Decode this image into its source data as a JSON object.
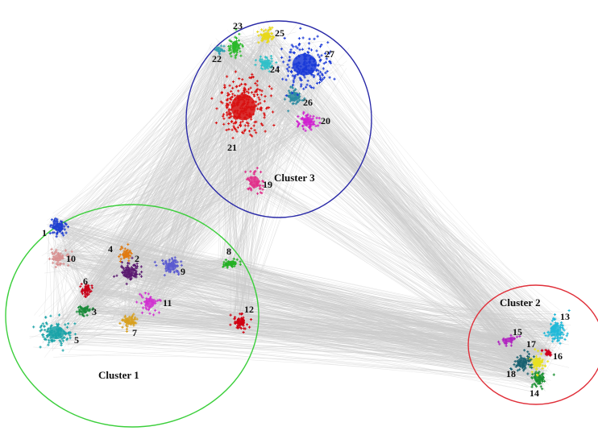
{
  "colors": {
    "edge": "#cccccc",
    "cluster_1": "#3ccf3c",
    "cluster_2": "#e0303a",
    "cluster_3": "#2a2aa8"
  },
  "clusters": [
    {
      "id": "c1",
      "label": "Cluster 1",
      "color": "#3ccf3c"
    },
    {
      "id": "c2",
      "label": "Cluster 2",
      "color": "#e0303a"
    },
    {
      "id": "c3",
      "label": "Cluster 3",
      "color": "#2a2aa8"
    }
  ],
  "communities": [
    {
      "label": "1",
      "cluster": "c1",
      "color": "#1f3fd0"
    },
    {
      "label": "2",
      "cluster": "c1",
      "color": "#5a1a70"
    },
    {
      "label": "3",
      "cluster": "c1",
      "color": "#1a8a3a"
    },
    {
      "label": "4",
      "cluster": "c1",
      "color": "#e07a10"
    },
    {
      "label": "5",
      "cluster": "c1",
      "color": "#1aa3a8"
    },
    {
      "label": "6",
      "cluster": "c1",
      "color": "#c80018"
    },
    {
      "label": "7",
      "cluster": "c1",
      "color": "#d8a020"
    },
    {
      "label": "8",
      "cluster": "c1",
      "color": "#22b022"
    },
    {
      "label": "9",
      "cluster": "c1",
      "color": "#5a5ad0"
    },
    {
      "label": "10",
      "cluster": "c1",
      "color": "#d89090"
    },
    {
      "label": "11",
      "cluster": "c1",
      "color": "#d030d0"
    },
    {
      "label": "12",
      "cluster": "c1",
      "color": "#d00010"
    },
    {
      "label": "13",
      "cluster": "c2",
      "color": "#20b8d8"
    },
    {
      "label": "14",
      "cluster": "c2",
      "color": "#189030"
    },
    {
      "label": "15",
      "cluster": "c2",
      "color": "#b020c0"
    },
    {
      "label": "16",
      "cluster": "c2",
      "color": "#d00020"
    },
    {
      "label": "17",
      "cluster": "c2",
      "color": "#e8e020"
    },
    {
      "label": "18",
      "cluster": "c2",
      "color": "#186070"
    },
    {
      "label": "19",
      "cluster": "c3",
      "color": "#e0308a"
    },
    {
      "label": "20",
      "cluster": "c3",
      "color": "#d020d0"
    },
    {
      "label": "21",
      "cluster": "c3",
      "color": "#d81010"
    },
    {
      "label": "22",
      "cluster": "c3",
      "color": "#30a0b0"
    },
    {
      "label": "23",
      "cluster": "c3",
      "color": "#28b828"
    },
    {
      "label": "24",
      "cluster": "c3",
      "color": "#30c0c8"
    },
    {
      "label": "25",
      "cluster": "c3",
      "color": "#e8d818"
    },
    {
      "label": "26",
      "cluster": "c3",
      "color": "#2a8aa0"
    },
    {
      "label": "27",
      "cluster": "c3",
      "color": "#1a3ad8"
    }
  ]
}
